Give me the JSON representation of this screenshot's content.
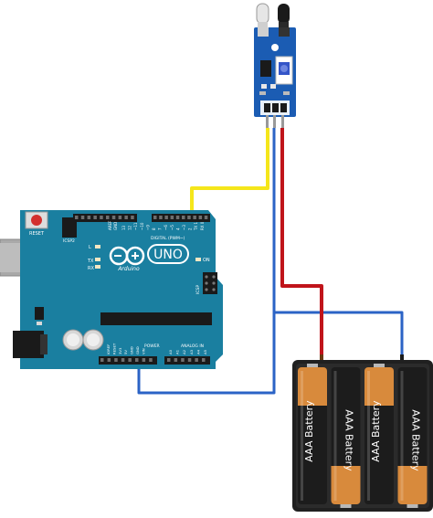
{
  "colors": {
    "board": "#1a7fa0",
    "board_dark": "#136f8f",
    "sensor_board": "#1b5cb3",
    "wire_yellow": "#f5e61a",
    "wire_red": "#c0141a",
    "wire_blue": "#2b63c6",
    "battery_copper": "#d88a3c",
    "battery_black": "#1c1c1c",
    "holder": "#202020"
  },
  "arduino": {
    "reset_label": "RESET",
    "icsp2_label": "ICSP2",
    "aref_label": "AREF",
    "gnd_label": "GND",
    "digital_label": "DIGITAL (PWM~)",
    "tx_label": "TX",
    "rx_label": "RX",
    "l_label": "L",
    "on_label": "ON",
    "logo_text": "UNO",
    "brand_text": "Arduino",
    "icsp_label": "ICSP",
    "power_label": "POWER",
    "analog_label": "ANALOG IN",
    "power_pins": [
      "IOREF",
      "RESET",
      "3V3",
      "5V",
      "GND",
      "GND",
      "VIN"
    ],
    "analog_pins": [
      "A0",
      "A1",
      "A2",
      "A3",
      "A4",
      "A5"
    ],
    "digital_pins": [
      "13",
      "12",
      "~11",
      "~10",
      "~9",
      "8",
      "7",
      "~6",
      "~5",
      "4",
      "~3",
      "2",
      "TX 1",
      "RX 0"
    ]
  },
  "batteries": [
    {
      "label": "AAA Battery"
    },
    {
      "label": "AAA Battery"
    },
    {
      "label": "AAA Battery"
    },
    {
      "label": "AAA Battery"
    }
  ],
  "icons": {
    "infinity": "arduino-infinity-logo",
    "ir_leds": "ir-led-pair",
    "potentiometer": "potentiometer-knob"
  }
}
